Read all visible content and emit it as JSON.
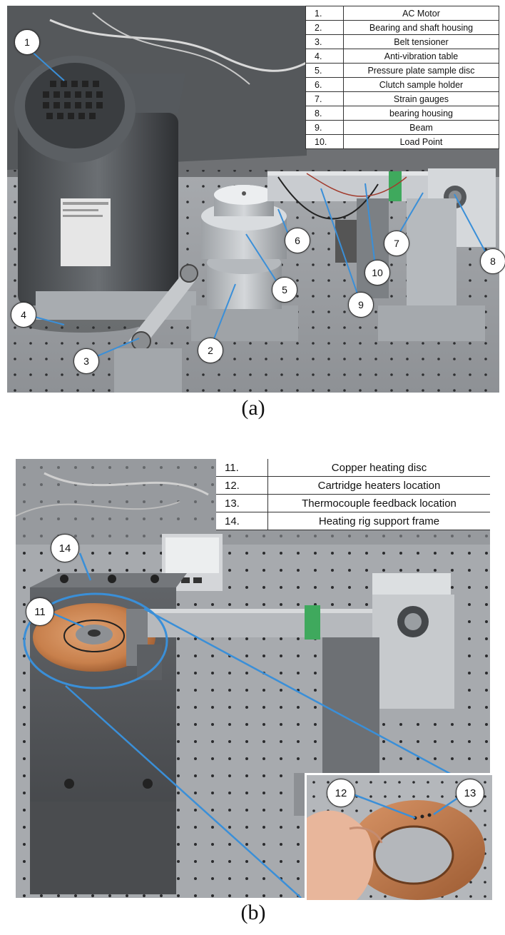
{
  "panel_a": {
    "caption": "(a)",
    "legend": [
      {
        "num": "1.",
        "label": "AC Motor"
      },
      {
        "num": "2.",
        "label": "Bearing and shaft housing"
      },
      {
        "num": "3.",
        "label": "Belt tensioner"
      },
      {
        "num": "4.",
        "label": "Anti-vibration table"
      },
      {
        "num": "5.",
        "label": "Pressure plate sample disc"
      },
      {
        "num": "6.",
        "label": "Clutch sample holder"
      },
      {
        "num": "7.",
        "label": "Strain gauges"
      },
      {
        "num": "8.",
        "label": "bearing housing"
      },
      {
        "num": "9.",
        "label": "Beam"
      },
      {
        "num": "10.",
        "label": "Load Point"
      }
    ],
    "callouts": [
      "1",
      "2",
      "3",
      "4",
      "5",
      "6",
      "7",
      "8",
      "9",
      "10"
    ]
  },
  "panel_b": {
    "caption": "(b)",
    "legend": [
      {
        "num": "11.",
        "label": "Copper heating disc"
      },
      {
        "num": "12.",
        "label": "Cartridge heaters location"
      },
      {
        "num": "13.",
        "label": "Thermocouple feedback location"
      },
      {
        "num": "14.",
        "label": "Heating rig support frame"
      }
    ],
    "callouts": [
      "11",
      "12",
      "13",
      "14"
    ]
  },
  "colors": {
    "callout_line": "#3a8fd8",
    "highlight_circle": "#3a8fd8",
    "table_surface": "#8c8f93",
    "copper": "#c8804c"
  }
}
